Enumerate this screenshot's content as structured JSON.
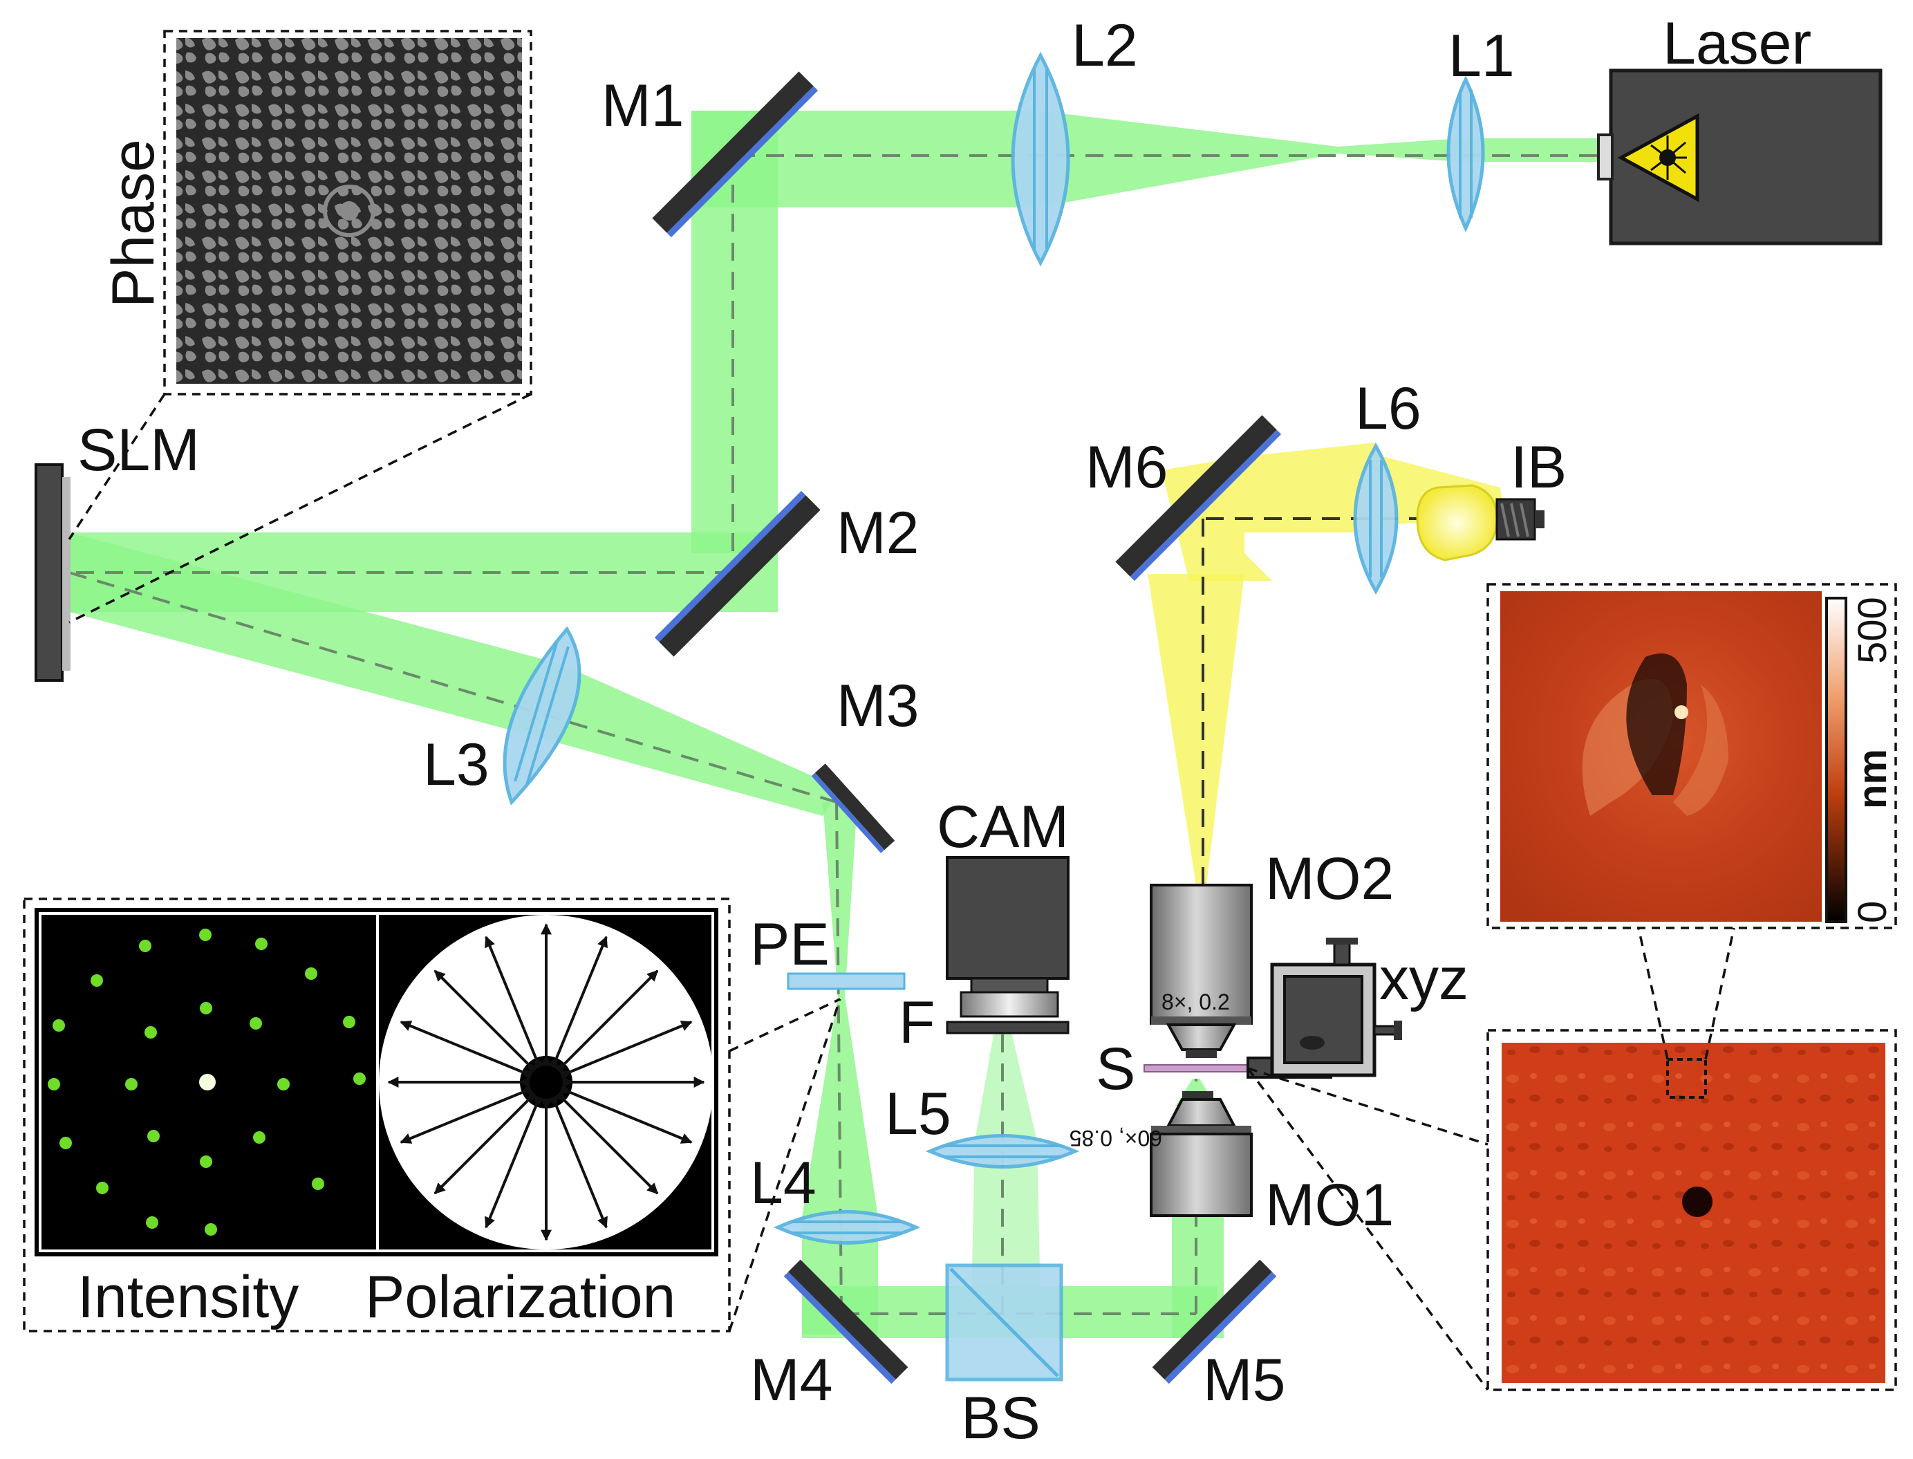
{
  "labels": {
    "laser": "Laser",
    "l1": "L1",
    "l2": "L2",
    "m1": "M1",
    "phase": "Phase",
    "slm": "SLM",
    "m2": "M2",
    "l3": "L3",
    "m3": "M3",
    "cam": "CAM",
    "pe": "PE",
    "f": "F",
    "l5": "L5",
    "l4": "L4",
    "m4": "M4",
    "bs": "BS",
    "m5": "M5",
    "mo1": "MO1",
    "mo2": "MO2",
    "s": "S",
    "xyz": "xyz",
    "m6": "M6",
    "l6": "L6",
    "ib": "IB",
    "intensity": "Intensity",
    "polarization": "Polarization",
    "mo2_spec": "8×, 0.2",
    "mo1_spec": "60×, 0.85"
  },
  "colorbar": {
    "max": "500",
    "min": "0",
    "unit": "nm"
  },
  "colors": {
    "laser_beam": "#8ef58a",
    "illumination_beam": "#f6f55a",
    "lens": "#a9d8f0",
    "mirror_body": "#2e2e2e",
    "mirror_coating": "#4a72d8",
    "sample_map": "#c82a10"
  },
  "icons": {
    "laser_warning": "laser-hazard-triangle-icon",
    "polarization_arrows": "double-headed-arrow-icon"
  }
}
